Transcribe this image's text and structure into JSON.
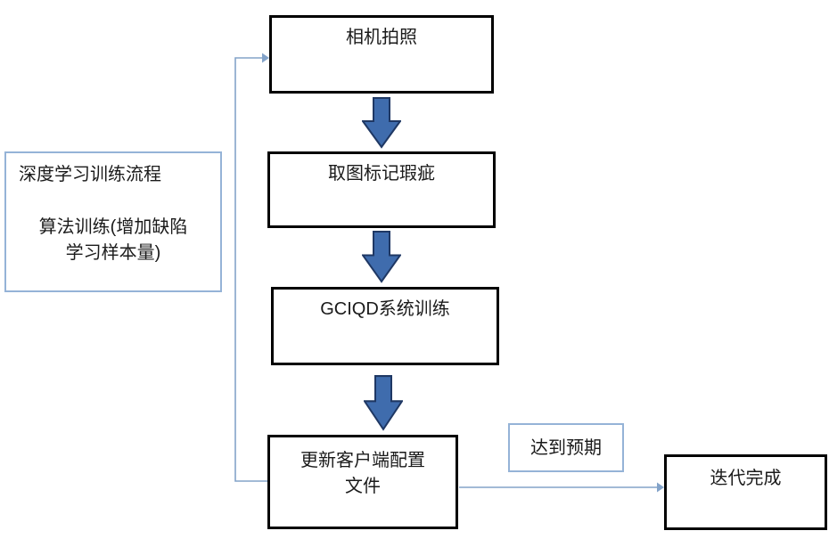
{
  "diagram": {
    "left_note": {
      "line1": "深度学习训练流程",
      "line2": "算法训练(增加缺陷",
      "line3": "学习样本量)"
    },
    "steps": {
      "step1": "相机拍照",
      "step2": "取图标记瑕疵",
      "step3": "GCIQD系统训练",
      "step4_line1": "更新客户端配置",
      "step4_line2": "文件",
      "result": "迭代完成",
      "condition": "达到预期"
    },
    "colors": {
      "flow_box_border": "#000000",
      "note_box_border": "#95b3d7",
      "block_arrow_fill": "#3f6cad",
      "block_arrow_stroke": "#1f3864",
      "connector_line": "#83a3c9"
    }
  }
}
